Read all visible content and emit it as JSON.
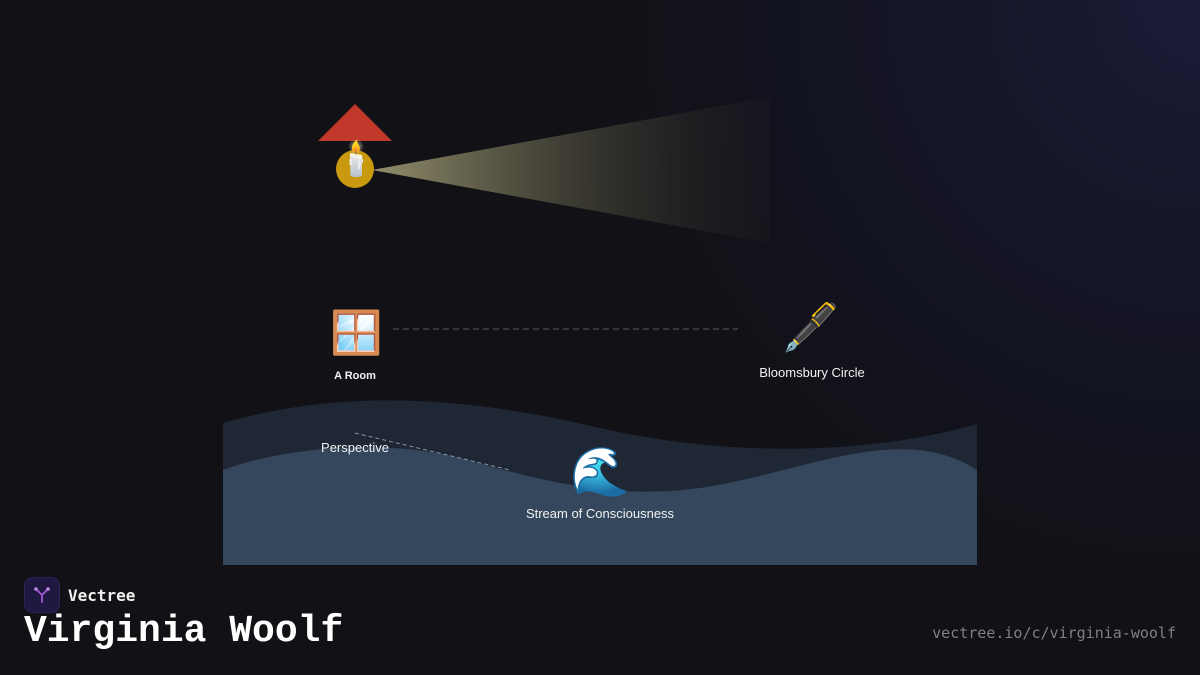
{
  "brand": {
    "name": "Vectree",
    "logo_icon": "tree-fork-icon"
  },
  "title": "Virginia Woolf",
  "url": "vectree.io/c/virginia-woolf",
  "nodes": {
    "lighthouse": {
      "icon": "🕯️",
      "icon_name": "candle-icon"
    },
    "room": {
      "icon": "🪟",
      "icon_name": "window-icon",
      "label": "A Room"
    },
    "bloomsbury": {
      "icon": "🖋️",
      "icon_name": "fountain-pen-icon",
      "label": "Bloomsbury Circle"
    },
    "perspective": {
      "label": "Perspective"
    },
    "stream": {
      "icon": "🌊",
      "icon_name": "wave-icon",
      "label": "Stream of Consciousness"
    }
  },
  "colors": {
    "background": "#111116",
    "roof": "#c0392b",
    "lamp": "#d4a017",
    "beam": "#d9d49a",
    "wave_back": "#1f2634",
    "wave_front": "#34475c",
    "brand_accent": "#a259d9"
  }
}
